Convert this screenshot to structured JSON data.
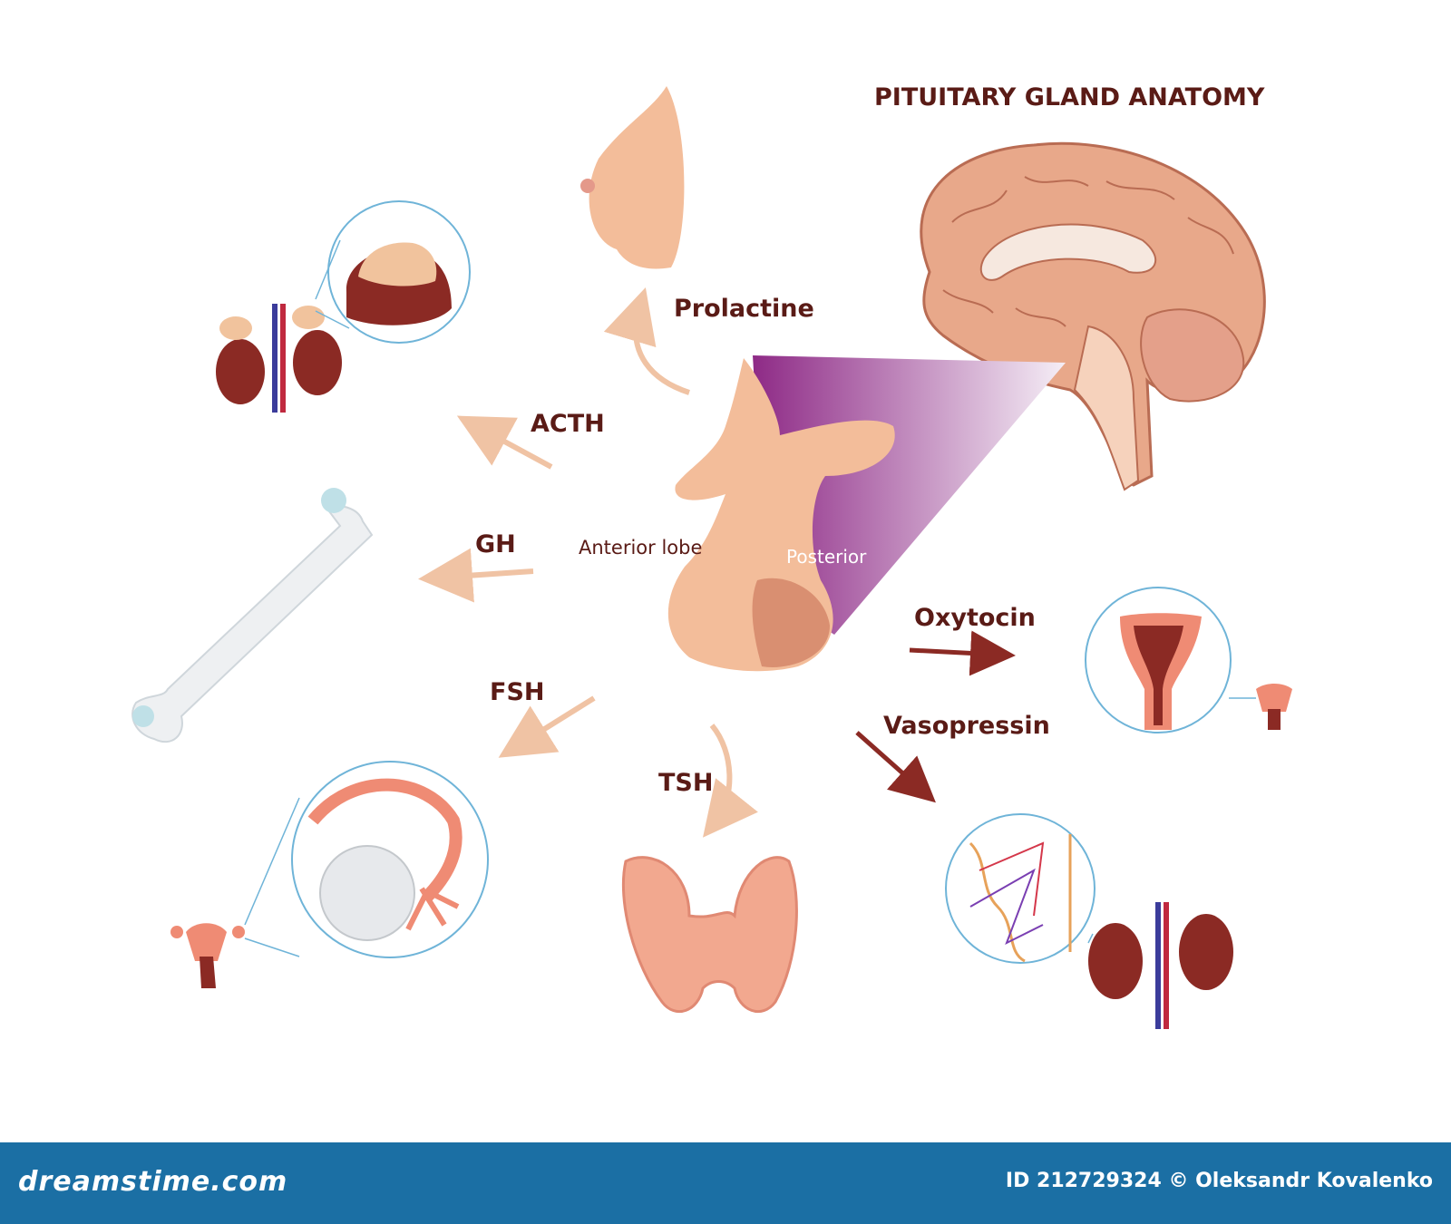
{
  "title": "PITUITARY GLAND ANATOMY",
  "labels": {
    "prolactine": "Prolactine",
    "acth": "ACTH",
    "gh": "GH",
    "fsh": "FSH",
    "tsh": "TSH",
    "oxytocin": "Oxytocin",
    "vasopressin": "Vasopressin",
    "anterior_lobe": "Anterior lobe",
    "posterior": "Posterior"
  },
  "footer": {
    "logo": "dreamstime.com",
    "credit": "ID 212729324 © Oleksandr Kovalenko"
  },
  "colors": {
    "label": "#5a1b16",
    "anterior_arrow": "#f0c3a4",
    "posterior_arrow": "#8b2a24",
    "gland": "#f3bd9a",
    "posterior_purple": "#8e2a86",
    "footer": "#1b6fa4"
  }
}
